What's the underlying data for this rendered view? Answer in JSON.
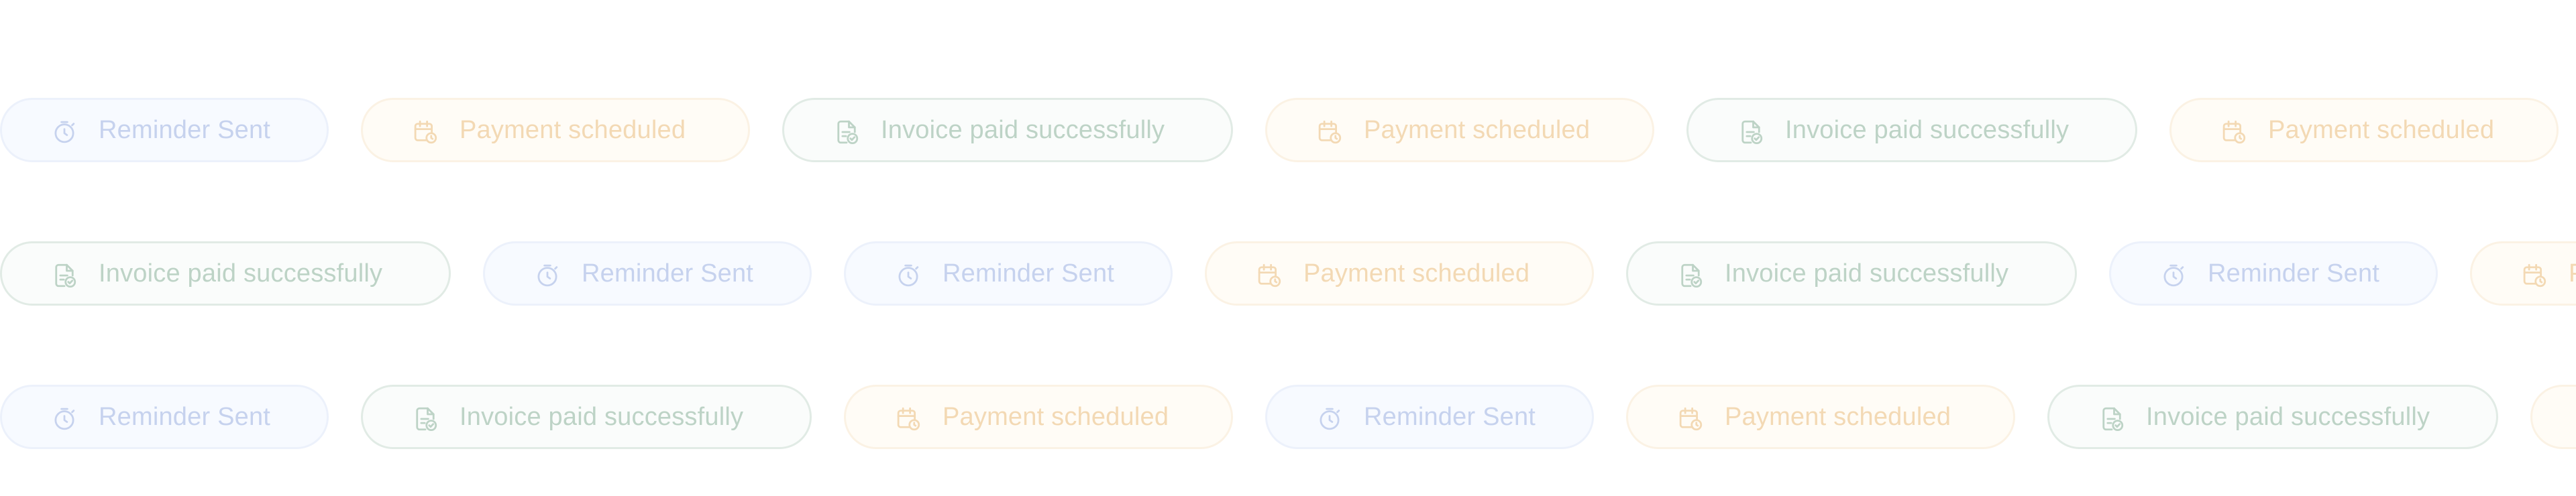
{
  "badges": {
    "reminder": {
      "label": "Reminder Sent",
      "icon": "clock-icon",
      "color": "#c6d2ee"
    },
    "payment": {
      "label": "Payment scheduled",
      "icon": "calendar-clock-icon",
      "color": "#f3d9b4"
    },
    "invoice": {
      "label": "Invoice paid successfully",
      "icon": "document-check-icon",
      "color": "#bdd3c6"
    }
  },
  "rows": [
    [
      "reminder",
      "payment",
      "invoice",
      "payment",
      "invoice",
      "payment"
    ],
    [
      "invoice",
      "reminder",
      "reminder",
      "payment",
      "invoice",
      "reminder",
      "payment"
    ],
    [
      "reminder",
      "invoice",
      "payment",
      "reminder",
      "payment",
      "invoice",
      "payment"
    ]
  ]
}
